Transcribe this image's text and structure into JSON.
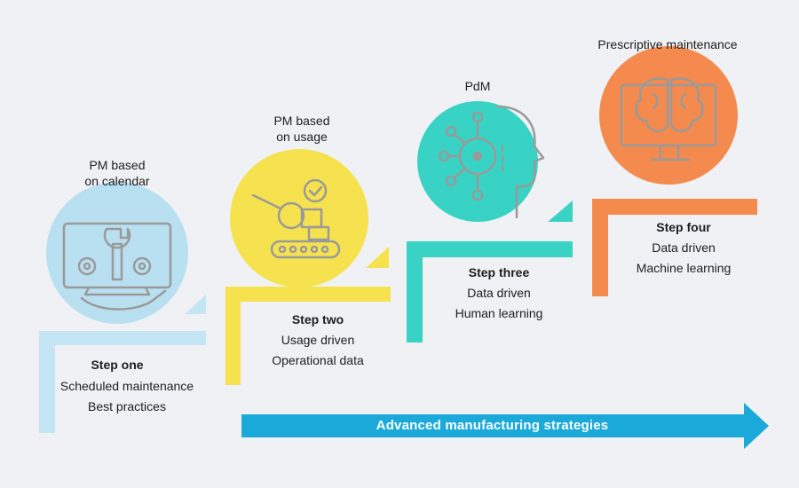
{
  "colors": {
    "background": "#f0f1f4",
    "step_one": "#b9e0f0",
    "step_two": "#f6e24e",
    "step_three": "#38d3c4",
    "step_four": "#f48a4d",
    "arrow": "#1aa9d9",
    "icon_stroke": "#9a9a9a"
  },
  "steps": [
    {
      "heading": "PM based\non calendar",
      "step_label": "Step one",
      "lines": [
        "Scheduled maintenance",
        "Best practices"
      ],
      "icon": "wrench-gears-laptop-icon"
    },
    {
      "heading": "PM based\non usage",
      "step_label": "Step two",
      "lines": [
        "Usage driven",
        "Operational data"
      ],
      "icon": "conveyor-magnifier-icon"
    },
    {
      "heading": "PdM",
      "step_label": "Step three",
      "lines": [
        "Data driven",
        "Human learning"
      ],
      "icon": "ai-head-network-icon"
    },
    {
      "heading": "Prescriptive maintenance",
      "step_label": "Step four",
      "lines": [
        "Data driven",
        "Machine learning"
      ],
      "icon": "brain-monitor-icon"
    }
  ],
  "arrow": {
    "label": "Advanced manufacturing strategies"
  }
}
